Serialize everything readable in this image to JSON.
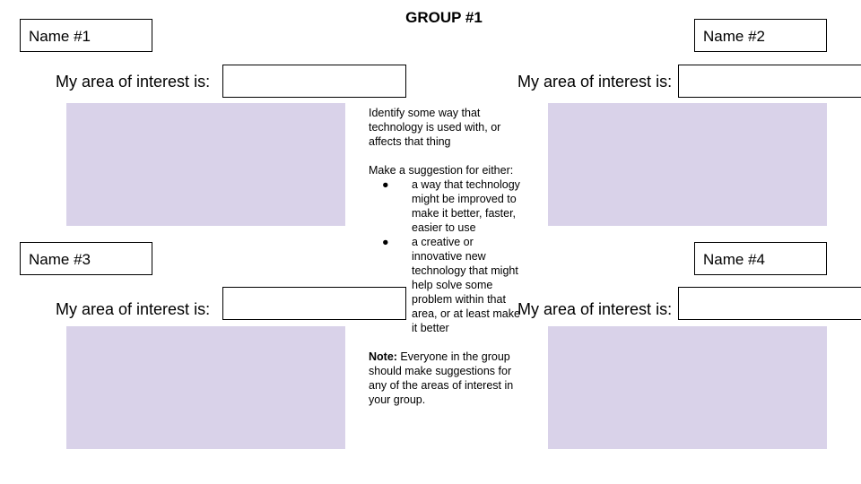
{
  "title": "GROUP #1",
  "names": [
    "Name #1",
    "Name #2",
    "Name #3",
    "Name #4"
  ],
  "interest_label": "My area of interest is:",
  "instructions": {
    "identify": "Identify some way that technology is used with, or affects that thing",
    "suggest": "Make a suggestion for either:",
    "bullets": [
      "a way that technology might be improved to make it better, faster, easier to use",
      "a creative or innovative new technology that might help solve some problem within that area, or at least make it better"
    ],
    "note_label": "Note:",
    "note_text": " Everyone in the group should make suggestions for any of the areas of interest in your group."
  },
  "colors": {
    "panel": "#d9d2e9",
    "border": "#000000"
  },
  "icons": {
    "bullet": "bullet-icon"
  }
}
